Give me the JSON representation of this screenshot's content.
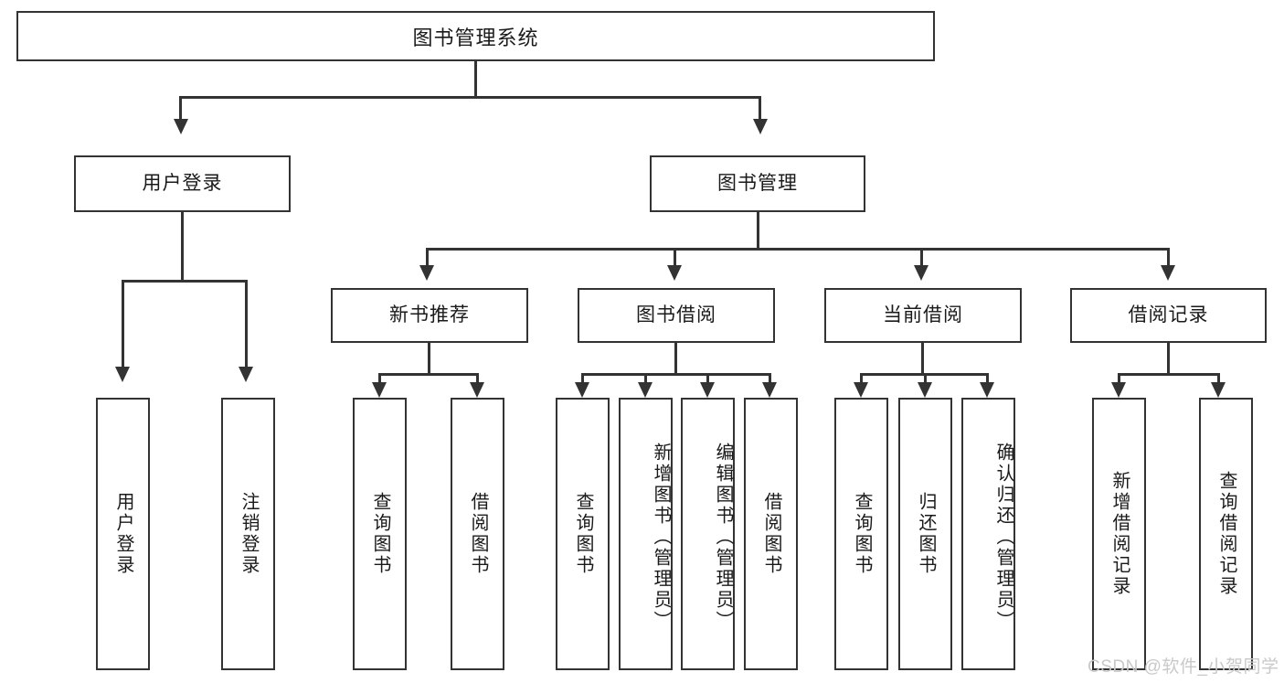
{
  "diagram": {
    "title_box": {
      "label": "图书管理系统"
    },
    "level2": [
      {
        "key": "user_login",
        "label": "用户登录"
      },
      {
        "key": "book_manage",
        "label": "图书管理"
      }
    ],
    "level3": [
      {
        "key": "new_book_rec",
        "label": "新书推荐"
      },
      {
        "key": "book_borrow",
        "label": "图书借阅"
      },
      {
        "key": "current_borrow",
        "label": "当前借阅"
      },
      {
        "key": "borrow_record",
        "label": "借阅记录"
      }
    ],
    "leaves": {
      "user_login": [
        {
          "key": "leaf_user_login",
          "label": "用户登录"
        },
        {
          "key": "leaf_user_logout",
          "label": "注销登录"
        }
      ],
      "new_book_rec": [
        {
          "key": "leaf_query_book_1",
          "label": "查询图书"
        },
        {
          "key": "leaf_borrow_book_1",
          "label": "借阅图书"
        }
      ],
      "book_borrow": [
        {
          "key": "leaf_query_book_2",
          "label": "查询图书"
        },
        {
          "key": "leaf_add_book",
          "label": "新增图书（管理员）"
        },
        {
          "key": "leaf_edit_book",
          "label": "编辑图书（管理员）"
        },
        {
          "key": "leaf_borrow_book_2",
          "label": "借阅图书"
        }
      ],
      "current_borrow": [
        {
          "key": "leaf_query_book_3",
          "label": "查询图书"
        },
        {
          "key": "leaf_return_book",
          "label": "归还图书"
        },
        {
          "key": "leaf_confirm_return",
          "label": "确认归还（管理员）"
        }
      ],
      "borrow_record": [
        {
          "key": "leaf_add_record",
          "label": "新增借阅记录"
        },
        {
          "key": "leaf_query_record",
          "label": "查询借阅记录"
        }
      ]
    }
  },
  "watermark": {
    "text": "CSDN @软件_小贺同学"
  },
  "colors": {
    "stroke": "#333333",
    "background": "#ffffff",
    "text": "#1a1a1a",
    "watermark": "#c9c9c9"
  }
}
